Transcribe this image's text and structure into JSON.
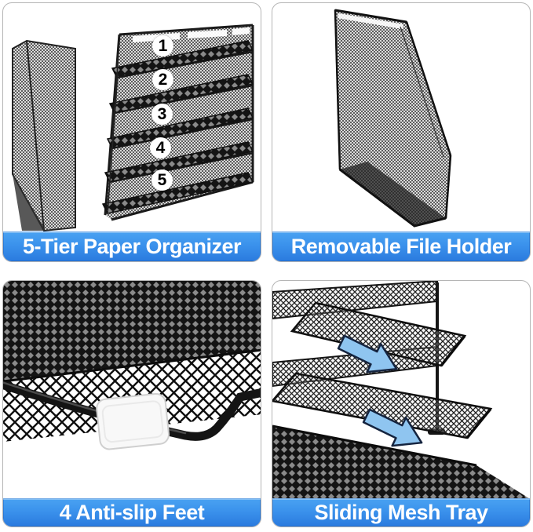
{
  "colors": {
    "banner-top": "#4aa3f2",
    "banner-mid": "#3b92ec",
    "banner-bottom": "#2a7ade",
    "banner-text": "#ffffff",
    "card-border": "#b5b5b5",
    "arrow-fill": "#8fc5f0",
    "arrow-stroke": "#15243f"
  },
  "panels": [
    {
      "id": "paper-organizer",
      "caption": "5-Tier Paper Organizer",
      "tier_labels": [
        "1",
        "2",
        "3",
        "4",
        "5"
      ]
    },
    {
      "id": "file-holder",
      "caption": "Removable File Holder"
    },
    {
      "id": "anti-slip-feet",
      "caption": "4 Anti-slip Feet"
    },
    {
      "id": "sliding-tray",
      "caption": "Sliding Mesh Tray"
    }
  ]
}
